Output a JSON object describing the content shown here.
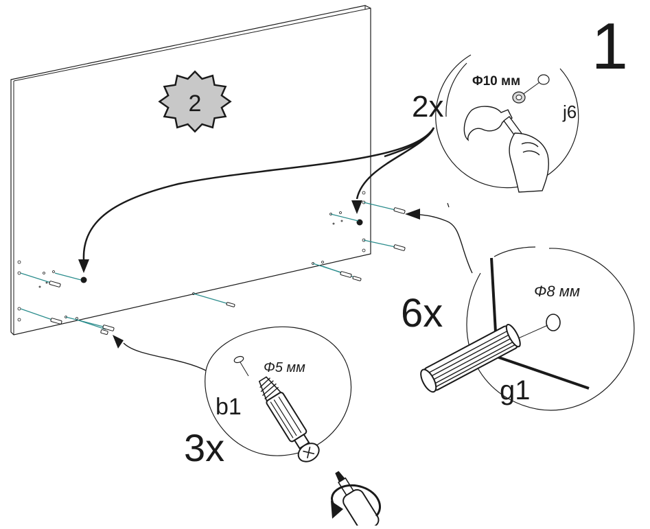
{
  "step": {
    "number": "1",
    "panel_part": "2"
  },
  "callouts": {
    "cam_nut": {
      "qty": "2x",
      "diameter": "Φ10 мм",
      "part": "j6"
    },
    "dowel": {
      "qty": "6x",
      "diameter": "Φ8 мм",
      "part": "g1"
    },
    "cam_bolt": {
      "qty": "3x",
      "diameter": "Φ5 мм",
      "part": "b1"
    }
  },
  "colors": {
    "line": "#1a1a1a",
    "panel": "#ffffff",
    "badge_fill": "#c8c8c8",
    "dowel_line": "#2a8c8c"
  }
}
